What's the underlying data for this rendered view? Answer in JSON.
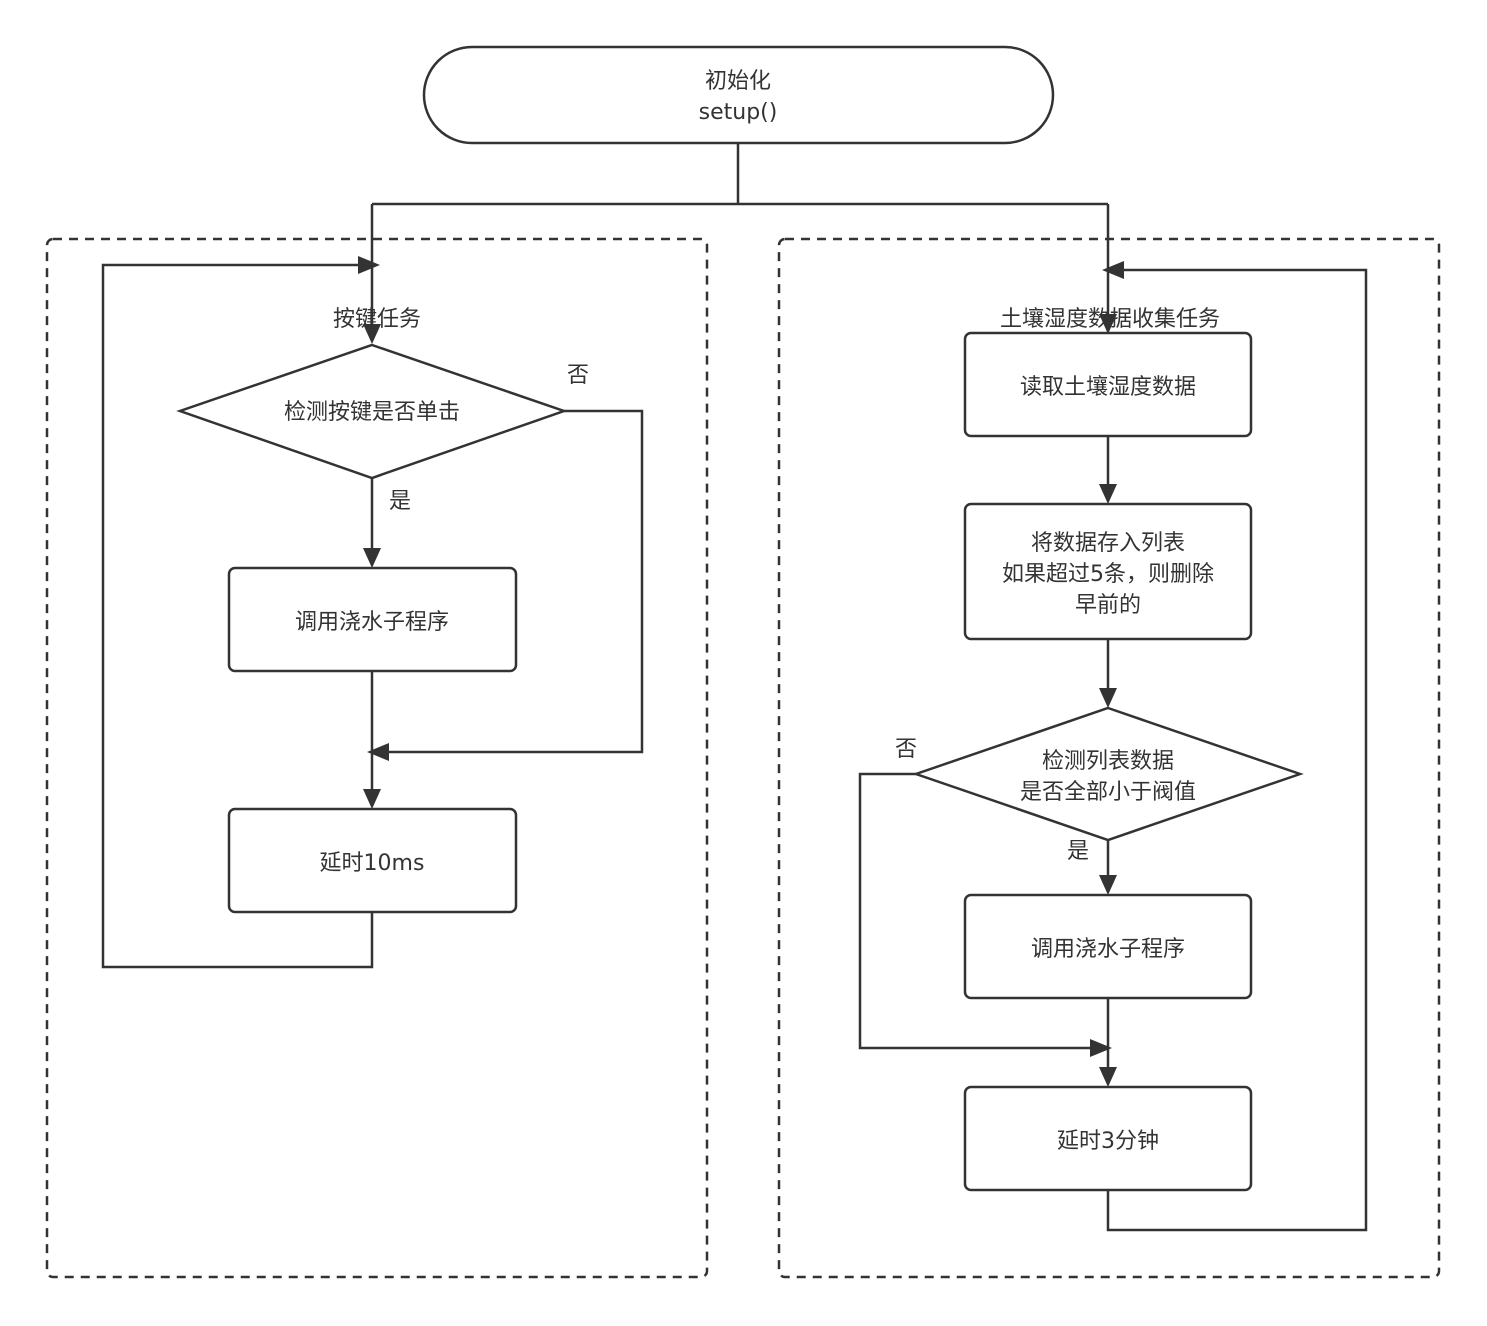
{
  "start": {
    "line1": "初始化",
    "line2": "setup()"
  },
  "left_task": {
    "title": "按键任务",
    "decision": "检测按键是否单击",
    "yes": "是",
    "no": "否",
    "process1": "调用浇水子程序",
    "process2": "延时10ms"
  },
  "right_task": {
    "title": "土壤湿度数据收集任务",
    "process1": "读取土壤湿度数据",
    "process2_lines": [
      "将数据存入列表",
      "如果超过5条，则删除",
      "早前的"
    ],
    "decision_lines": [
      "检测列表数据",
      "是否全部小于阀值"
    ],
    "yes": "是",
    "no": "否",
    "process3": "调用浇水子程序",
    "process4": "延时3分钟"
  }
}
